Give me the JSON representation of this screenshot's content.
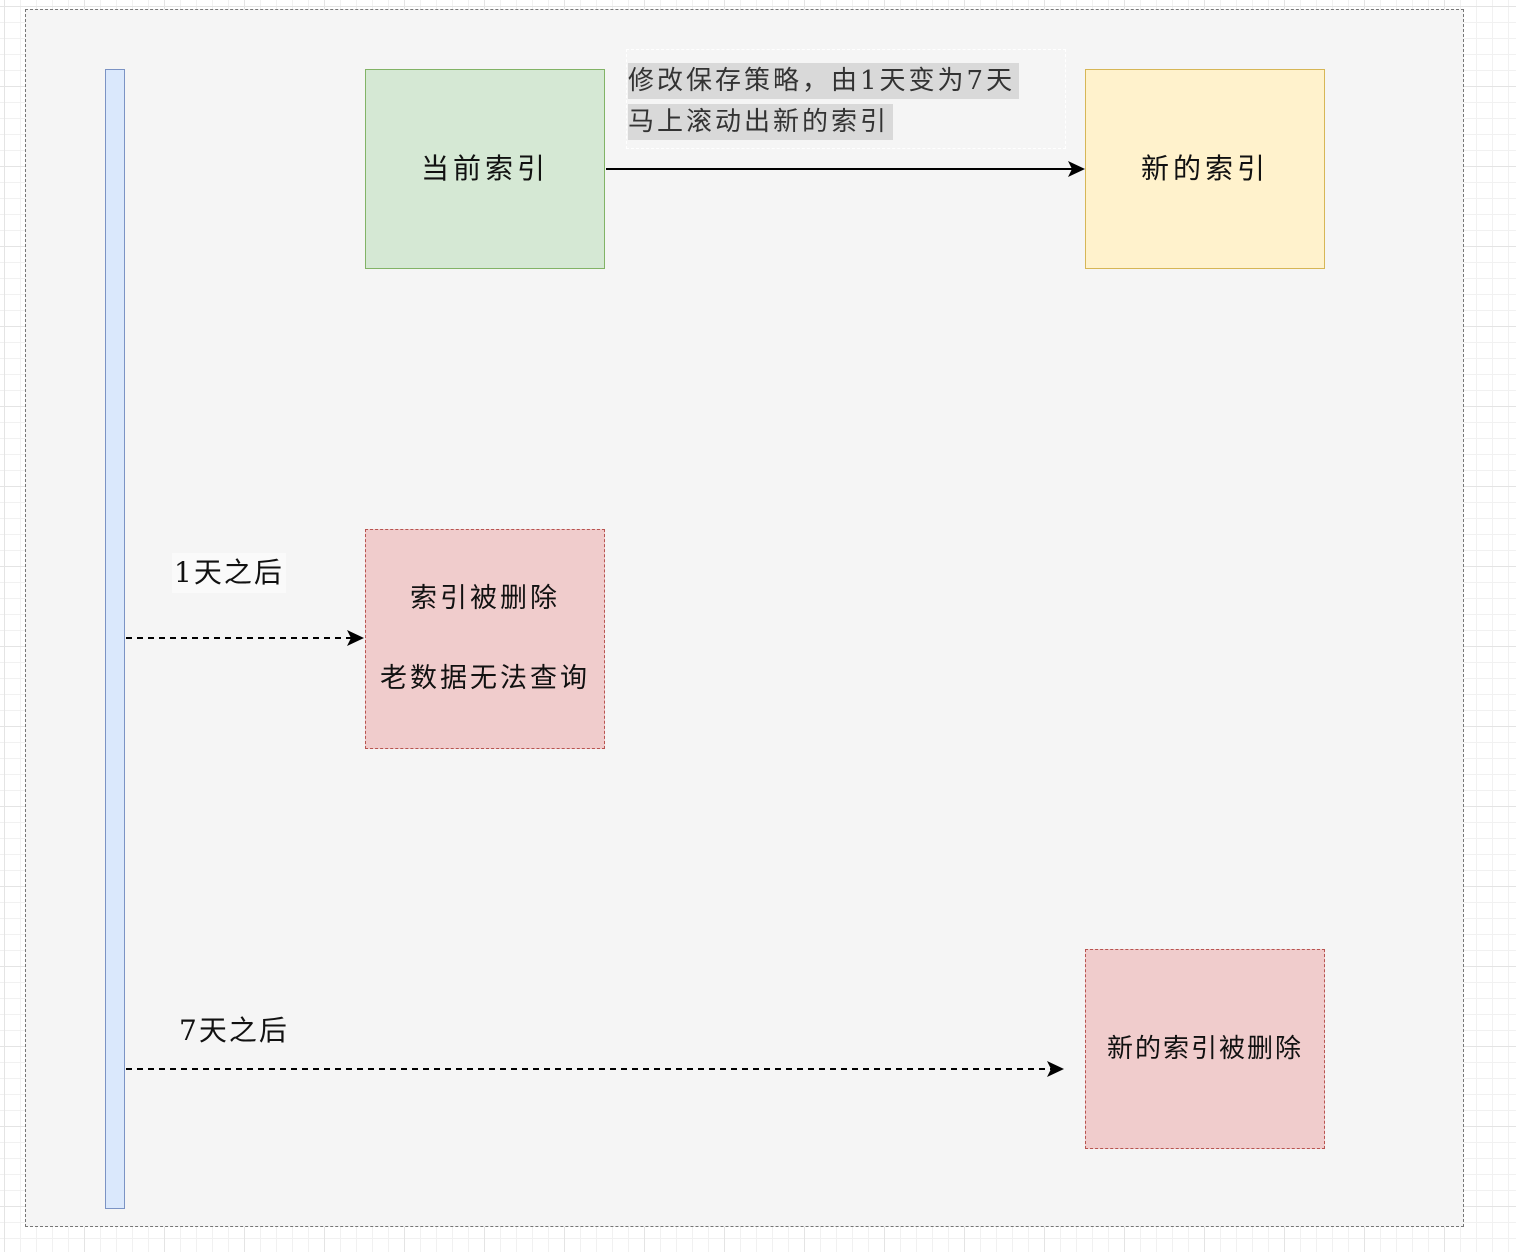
{
  "nodes": {
    "current_index": "当前索引",
    "new_index": "新的索引",
    "deleted_old": [
      "索引被删除",
      "老数据无法查询"
    ],
    "deleted_new": "新的索引被删除"
  },
  "note": {
    "line1": "修改保存策略，由1天变为7天",
    "line2": "马上滚动出新的索引"
  },
  "labels": {
    "after_1_day": "1天之后",
    "after_7_days": "7天之后"
  },
  "colors": {
    "frame_fill": "#f5f5f5",
    "timeline_fill": "#dae8fc",
    "current_fill": "#d5e8d4",
    "new_fill": "#fff2cc",
    "deleted_fill": "#f0cccc"
  }
}
